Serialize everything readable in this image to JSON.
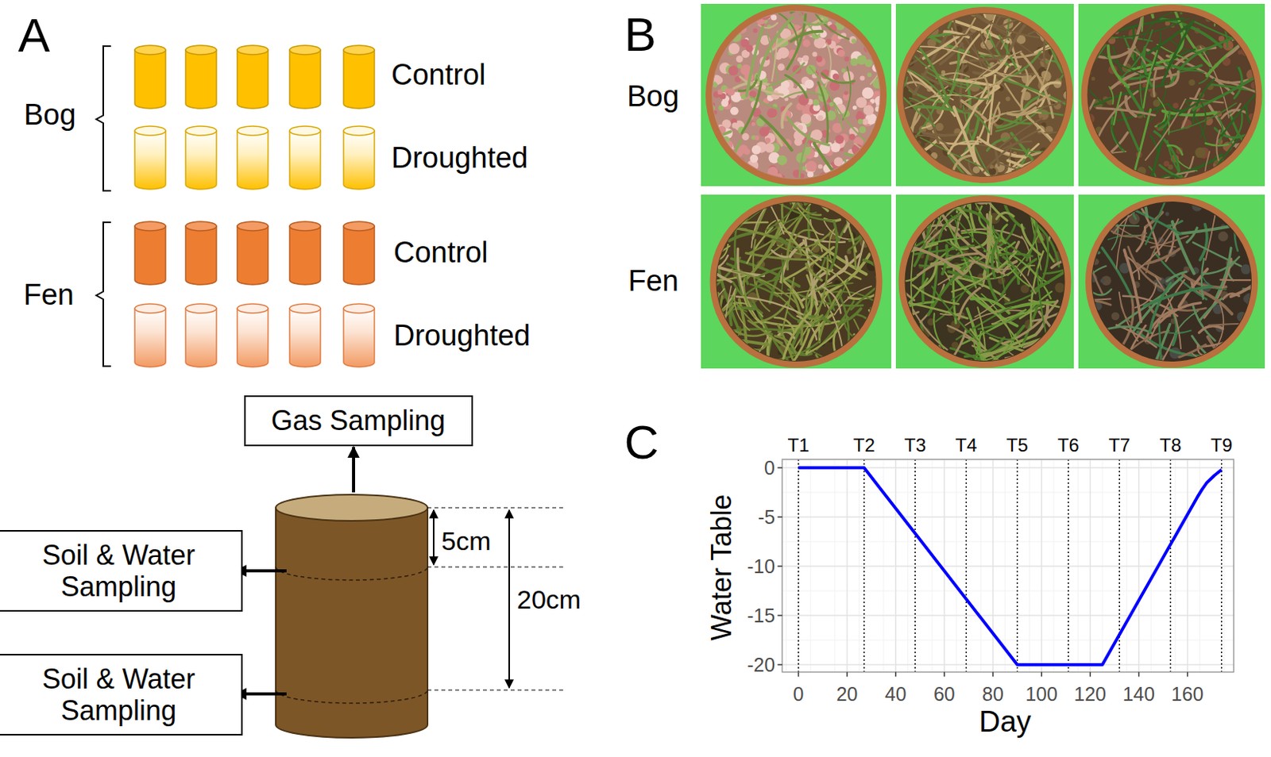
{
  "diagram": {
    "nodes": [
      {
        "text": [
          "Gas Sampling"
        ]
      },
      {
        "text": [
          "Soil & Water Sampling"
        ]
      },
      {
        "text": [
          "Soil & Water Sampling"
        ]
      }
    ],
    "labels": [
      "A",
      "Bog",
      "Control",
      "Droughted",
      "Fen",
      "Control",
      "Droughted",
      "B",
      "Bog",
      "Fen",
      "5cm",
      "20cm",
      "C",
      "T1",
      "T2",
      "T3",
      "T4",
      "T5",
      "T6",
      "T7",
      "T8",
      "T9",
      "0",
      "-5",
      "-10",
      "-15",
      "-20",
      "Water Table",
      "0",
      "20",
      "40",
      "60",
      "80",
      "100",
      "120",
      "140",
      "160",
      "Day"
    ]
  }
}
